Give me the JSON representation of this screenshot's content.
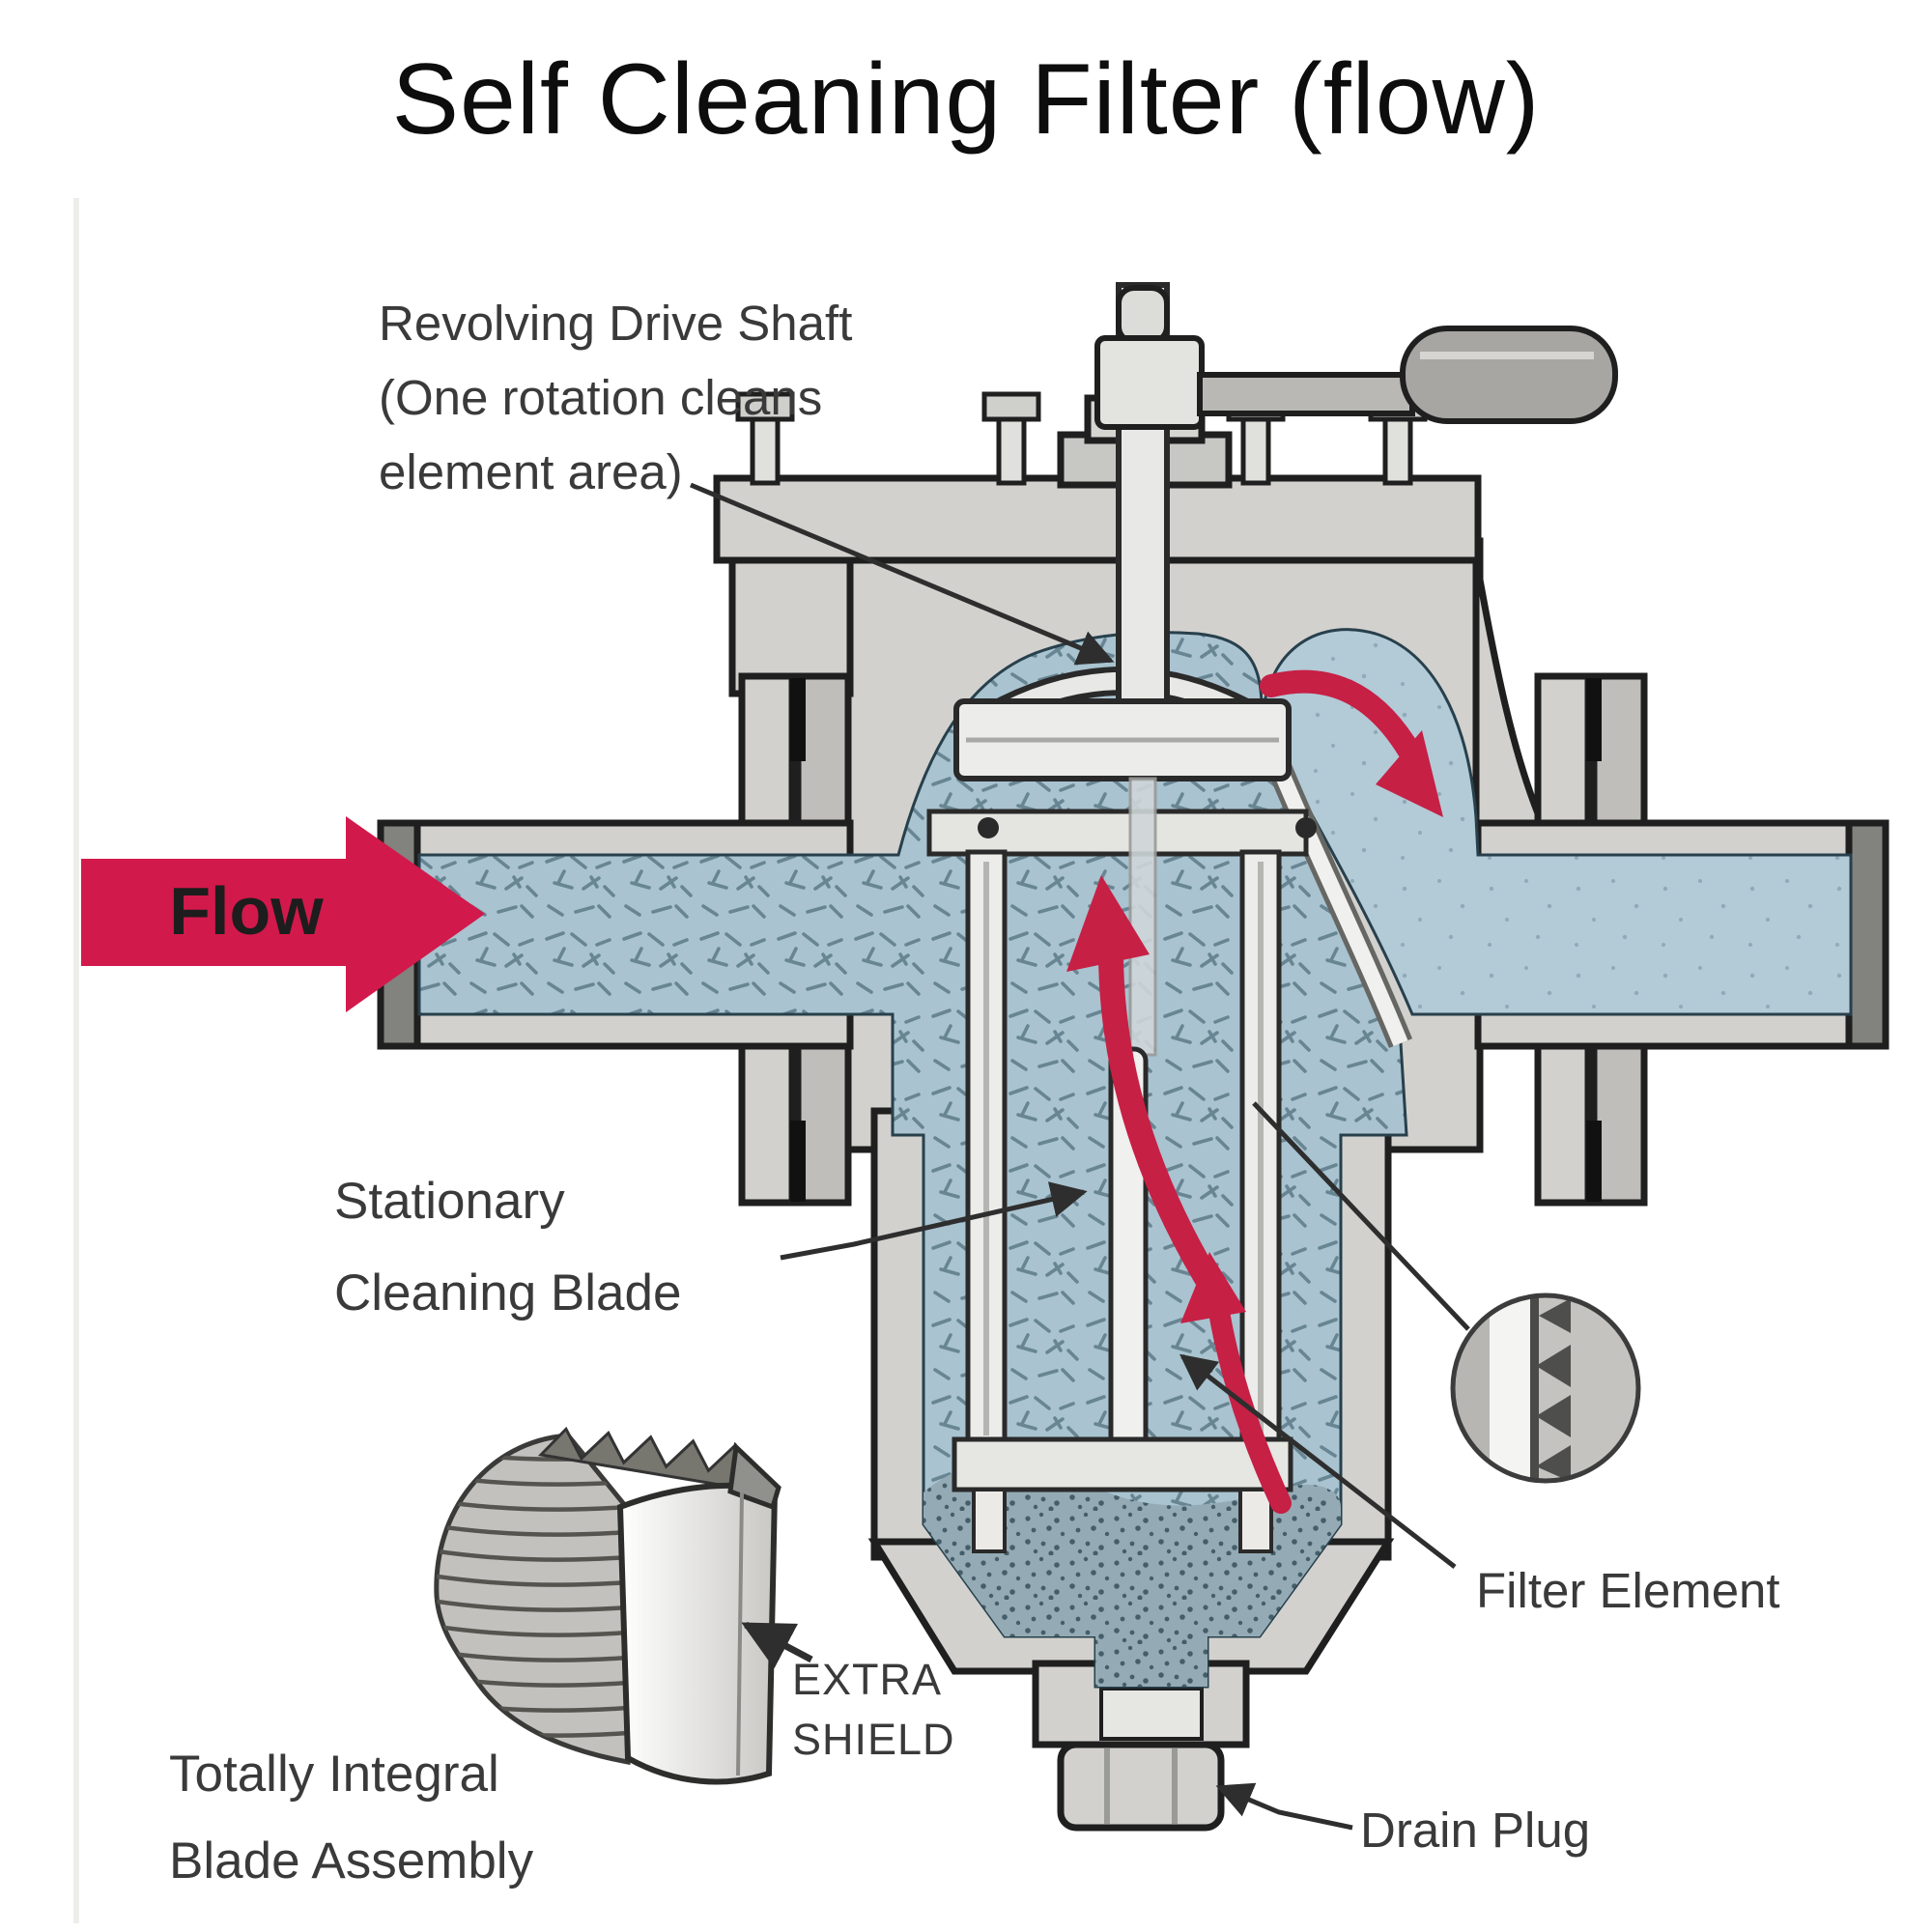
{
  "title": "Self Cleaning Filter (flow)",
  "diagram": {
    "labels": {
      "revolving": {
        "lines": [
          "Revolving Drive Shaft",
          "(One rotation cleans",
          "element area)"
        ]
      },
      "flow": "Flow",
      "stationary": {
        "lines": [
          "Stationary",
          "Cleaning Blade"
        ]
      },
      "filter_element": "Filter Element",
      "extra_shield": {
        "lines": [
          "EXTRA",
          "SHIELD"
        ]
      },
      "blade_assembly": {
        "lines": [
          "Totally Integral",
          "Blade Assembly"
        ]
      },
      "drain_plug": "Drain Plug"
    },
    "colors": {
      "flow_arrow_red": "#d2194b",
      "internal_arrow_red": "#c62045",
      "fluid_blue": "#a9c3d0",
      "clean_fluid_blue": "#b3cad7",
      "metal_light": "#d2d1ce",
      "metal_mid": "#bfbebb",
      "outline_black": "#1f1f1f",
      "label_gray": "#3a3a3a"
    }
  }
}
